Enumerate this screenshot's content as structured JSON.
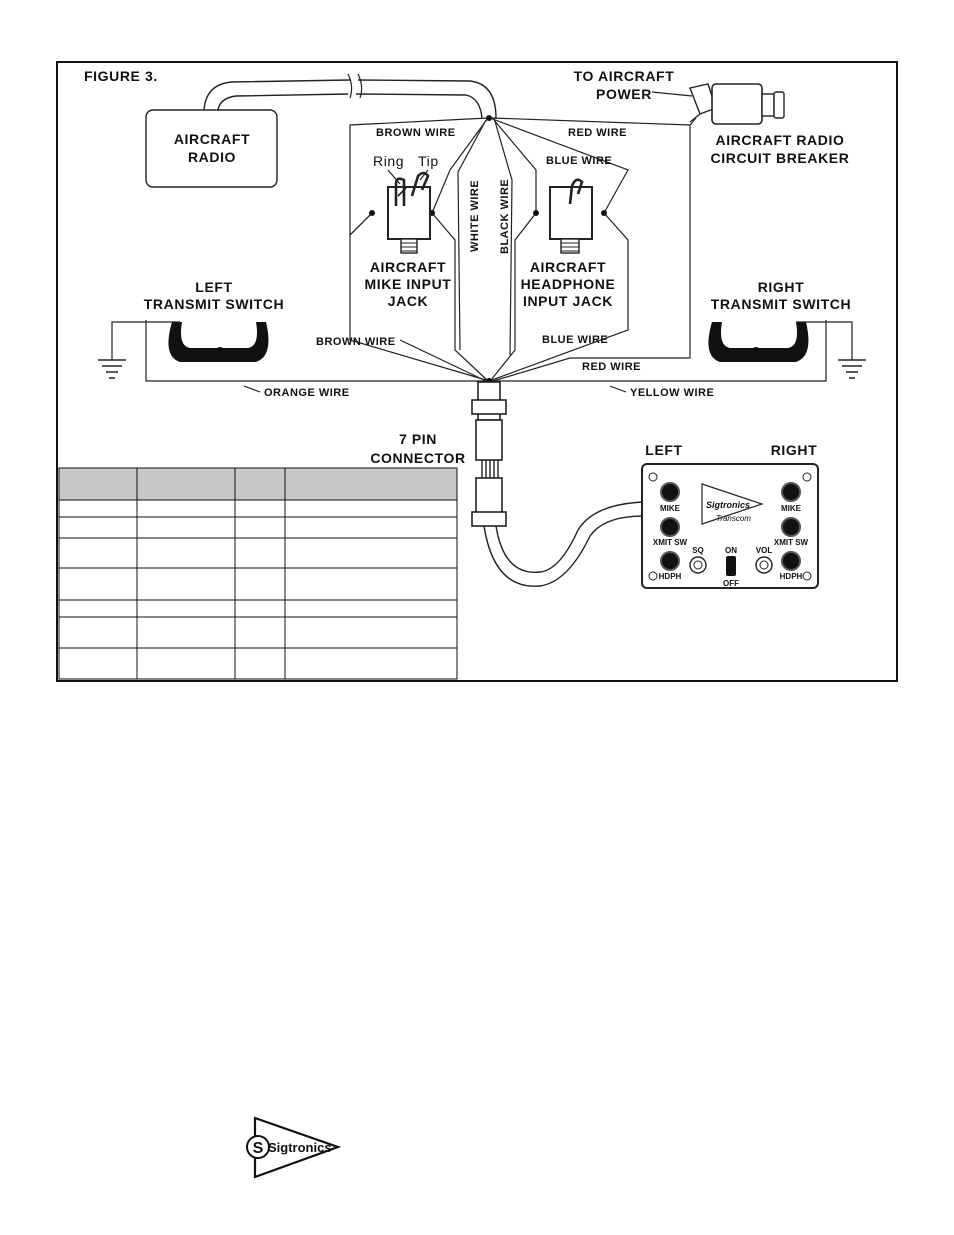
{
  "figure": {
    "title": "FIGURE 3.",
    "aircraft_radio": [
      "AIRCRAFT",
      "RADIO"
    ],
    "to_power": [
      "TO AIRCRAFT",
      "POWER"
    ],
    "breaker": [
      "AIRCRAFT RADIO",
      "CIRCUIT BREAKER"
    ],
    "ring": "Ring",
    "tip": "Tip",
    "mike_jack": [
      "AIRCRAFT",
      "MIKE INPUT",
      "JACK"
    ],
    "headphone_jack": [
      "AIRCRAFT",
      "HEADPHONE",
      "INPUT JACK"
    ],
    "left_switch": [
      "LEFT",
      "TRANSMIT SWITCH"
    ],
    "right_switch": [
      "RIGHT",
      "TRANSMIT SWITCH"
    ],
    "connector": [
      "7 PIN",
      "CONNECTOR"
    ],
    "wires": {
      "brown_top": "BROWN WIRE",
      "red_top": "RED WIRE",
      "blue_top": "BLUE WIRE",
      "white": "WHITE WIRE",
      "black": "BLACK WIRE",
      "brown_bottom": "BROWN WIRE",
      "blue_bottom": "BLUE WIRE",
      "red_bottom": "RED WIRE",
      "orange": "ORANGE WIRE",
      "yellow": "YELLOW WIRE"
    },
    "panel": {
      "left": "LEFT",
      "right": "RIGHT",
      "mike_left": "MIKE",
      "mike_right": "MIKE",
      "xmit_left": "XMIT SW",
      "xmit_right": "XMIT SW",
      "hdph_left": "HDPH",
      "hdph_right": "HDPH",
      "sq": "SQ",
      "on": "ON",
      "off": "OFF",
      "vol": "VOL",
      "brand": "Sigtronics",
      "model": "Transcom"
    }
  },
  "table": {
    "rows": 7,
    "columns": 4,
    "header_shaded": true
  },
  "logo": {
    "text": "Sigtronics",
    "initial": "S"
  }
}
